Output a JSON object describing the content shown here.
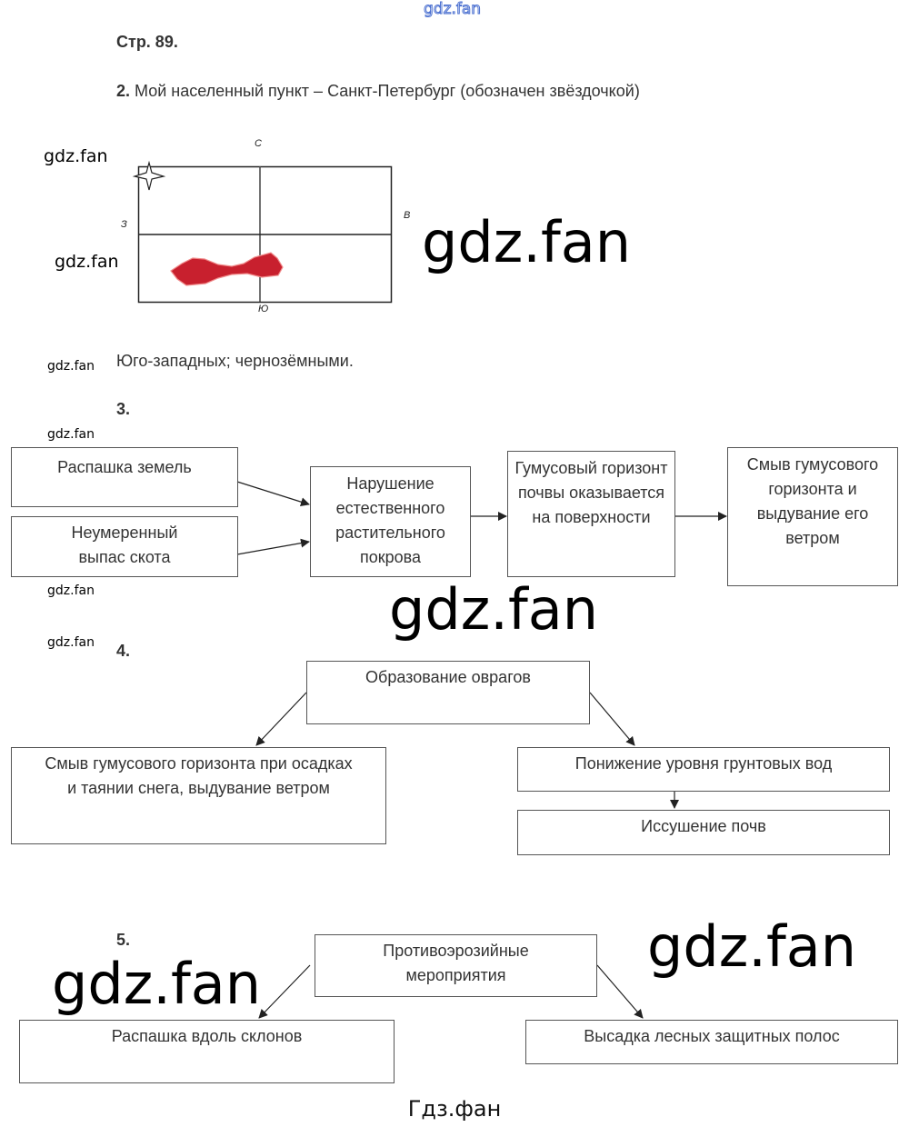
{
  "page_label": "Стр. 89.",
  "task2": {
    "number": "2.",
    "text": "Мой населенный пункт – Санкт-Петербург (обозначен звёздочкой)",
    "map": {
      "north": "С",
      "south": "Ю",
      "west": "З",
      "east": "В"
    },
    "answer": "Юго-западных; чернозёмными."
  },
  "task3": {
    "number": "3.",
    "causes": [
      "Распашка земель",
      "Неумеренный выпас скота"
    ],
    "chain": [
      "Нарушение естественного растительного покрова",
      "Гумусовый горизонт почвы оказывается на поверхности",
      "Смыв гумусового горизонта и выдувание его ветром"
    ]
  },
  "task4": {
    "number": "4.",
    "root": "Образование оврагов",
    "left": "Смыв гумусового горизонта при осадках и таянии снега, выдувание ветром",
    "right": "Понижение уровня грунтовых вод",
    "right_next": "Иссушение почв"
  },
  "task5": {
    "number": "5.",
    "root": "Противоэрозийные мероприятия",
    "left": "Распашка вдоль склонов",
    "right": "Высадка лесных защитных полос"
  },
  "watermark": "gdz.fan",
  "footer": "Гдз.фан",
  "colors": {
    "region": "#c8202e",
    "text": "#333333"
  }
}
